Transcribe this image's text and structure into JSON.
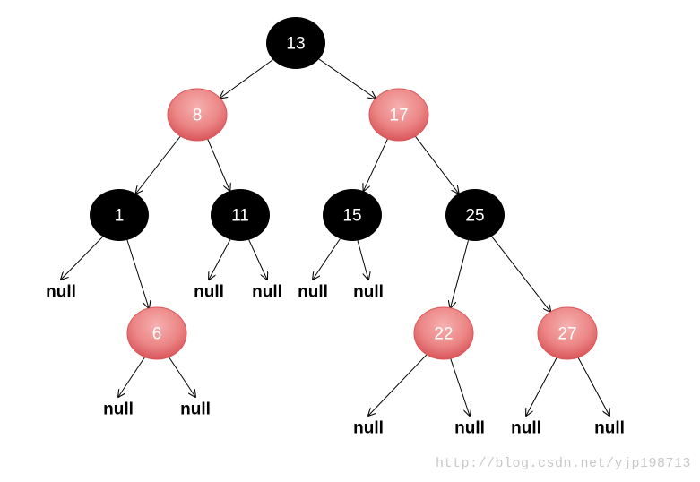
{
  "colors": {
    "black_node": "#000000",
    "red_node_light": "#f4a2a2",
    "red_node_dark": "#d9565a",
    "edge": "#000000",
    "node_text": "#ffffff",
    "null_text": "#000000",
    "watermark": "#c8c8c8"
  },
  "tree": {
    "root": "13",
    "nodes": [
      {
        "id": "n13",
        "label": "13",
        "color": "black"
      },
      {
        "id": "n8",
        "label": "8",
        "color": "red"
      },
      {
        "id": "n17",
        "label": "17",
        "color": "red"
      },
      {
        "id": "n1",
        "label": "1",
        "color": "black"
      },
      {
        "id": "n11",
        "label": "11",
        "color": "black"
      },
      {
        "id": "n15",
        "label": "15",
        "color": "black"
      },
      {
        "id": "n25",
        "label": "25",
        "color": "black"
      },
      {
        "id": "n6",
        "label": "6",
        "color": "red"
      },
      {
        "id": "n22",
        "label": "22",
        "color": "red"
      },
      {
        "id": "n27",
        "label": "27",
        "color": "red"
      }
    ],
    "null_leaves": [
      {
        "id": "null1",
        "label": "null"
      },
      {
        "id": "null2",
        "label": "null"
      },
      {
        "id": "null3",
        "label": "null"
      },
      {
        "id": "null4",
        "label": "null"
      },
      {
        "id": "null5",
        "label": "null"
      },
      {
        "id": "null6",
        "label": "null"
      },
      {
        "id": "null7",
        "label": "null"
      },
      {
        "id": "null8",
        "label": "null"
      },
      {
        "id": "null9",
        "label": "null"
      },
      {
        "id": "null10",
        "label": "null"
      },
      {
        "id": "null11",
        "label": "null"
      }
    ],
    "edges": [
      {
        "from": "n13",
        "to": "n8"
      },
      {
        "from": "n13",
        "to": "n17"
      },
      {
        "from": "n8",
        "to": "n1"
      },
      {
        "from": "n8",
        "to": "n11"
      },
      {
        "from": "n17",
        "to": "n15"
      },
      {
        "from": "n17",
        "to": "n25"
      },
      {
        "from": "n1",
        "to": "null1"
      },
      {
        "from": "n1",
        "to": "n6"
      },
      {
        "from": "n11",
        "to": "null2"
      },
      {
        "from": "n11",
        "to": "null3"
      },
      {
        "from": "n15",
        "to": "null4"
      },
      {
        "from": "n15",
        "to": "null5"
      },
      {
        "from": "n25",
        "to": "n22"
      },
      {
        "from": "n25",
        "to": "n27"
      },
      {
        "from": "n6",
        "to": "null6"
      },
      {
        "from": "n6",
        "to": "null7"
      },
      {
        "from": "n22",
        "to": "null8"
      },
      {
        "from": "n22",
        "to": "null9"
      },
      {
        "from": "n27",
        "to": "null10"
      },
      {
        "from": "n27",
        "to": "null11"
      }
    ]
  },
  "watermark": "http://blog.csdn.net/yjp198713"
}
